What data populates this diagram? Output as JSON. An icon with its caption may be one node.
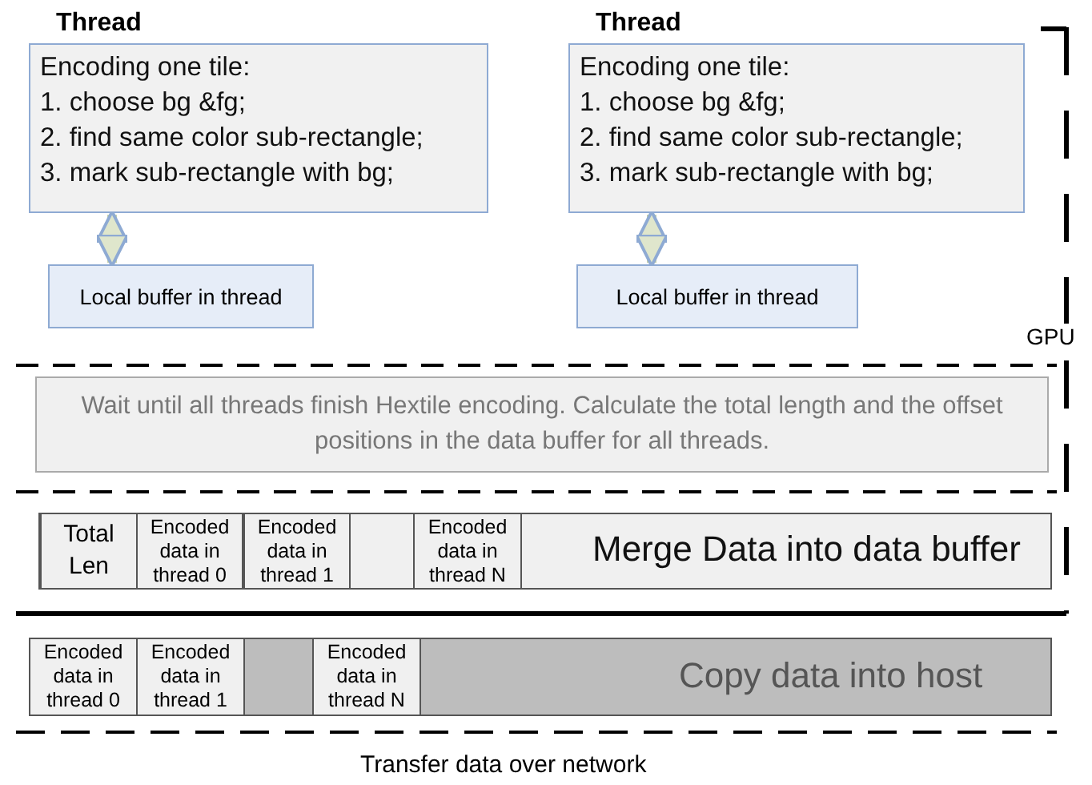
{
  "diagram": {
    "nodes": [
      {
        "text": [
          "Thread",
          "Encoding one tile:",
          "1. choose bg &fg;",
          "2. find same color sub-rectangle;",
          "3. mark sub-rectangle with bg;"
        ]
      },
      {
        "text": [
          "Local buffer in thread"
        ]
      },
      {
        "text": [
          "Thread",
          "Encoding one tile:",
          "1. choose bg &fg;",
          "2. find same color sub-rectangle;",
          "3. mark sub-rectangle with bg;"
        ]
      },
      {
        "text": [
          "Local buffer in thread"
        ]
      },
      {
        "text": [
          "Wait until all threads finish Hextile encoding. Calculate the total length and the offset positions in the data buffer for all threads."
        ]
      },
      {
        "text": [
          "Merge Data into data buffer"
        ]
      },
      {
        "text": [
          "Total Len"
        ],
        "in": 5
      },
      {
        "text": [
          "Encoded data in thread 0"
        ],
        "in": 5
      },
      {
        "text": [
          "Encoded data in thread 1"
        ],
        "in": 5
      },
      {
        "text": [
          "Encoded data in thread N"
        ],
        "in": 5
      },
      {
        "text": [
          "Copy data into host"
        ]
      },
      {
        "text": [
          "Encoded data in thread 0"
        ],
        "in": 10
      },
      {
        "text": [
          "Encoded data in thread 1"
        ],
        "in": 10
      },
      {
        "text": [
          "Encoded data in thread N"
        ],
        "in": 10
      }
    ],
    "edges": [
      {
        "from": 0,
        "to": 1,
        "arrow": "both"
      },
      {
        "from": 2,
        "to": 3,
        "arrow": "both"
      }
    ],
    "labels": [
      "GPU",
      "Transfer data over network"
    ]
  }
}
